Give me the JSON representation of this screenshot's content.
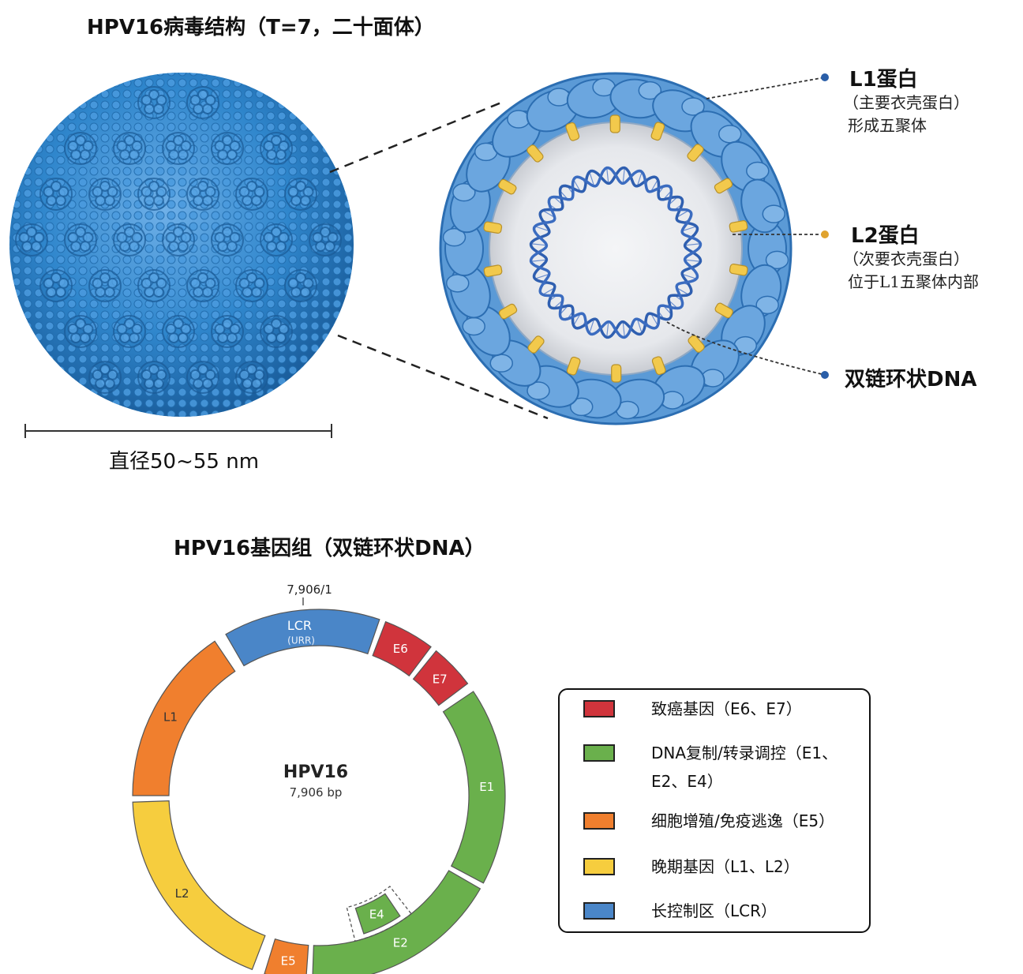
{
  "structure": {
    "title": "HPV16病毒结构（T=7，二十面体）",
    "diameter_label": "直径50~55 nm",
    "labels": {
      "l1_title": "L1蛋白",
      "l1_desc1": "（主要衣壳蛋白）",
      "l1_desc2": "形成五聚体",
      "l2_title": "L2蛋白",
      "l2_desc1": "（次要衣壳蛋白）",
      "l2_desc2": "位于L1五聚体内部",
      "dna_title": "双链环状DNA"
    },
    "colors": {
      "capsid_blue": "#3b7fc4",
      "capsid_light": "#5b9ad6",
      "l2_yellow": "#f2c94c",
      "dna_blue": "#2f5fb0"
    }
  },
  "genome": {
    "title": "HPV16基因组（双链环状DNA）",
    "origin_label": "7,906/1",
    "center_title": "HPV16",
    "center_sub": "7,906 bp",
    "segments": [
      {
        "name": "LCR",
        "sub": "(URR)",
        "color": "#4a86c8"
      },
      {
        "name": "E6",
        "color": "#d0343c"
      },
      {
        "name": "E7",
        "color": "#d0343c"
      },
      {
        "name": "E1",
        "color": "#6ab04c"
      },
      {
        "name": "E2",
        "color": "#6ab04c"
      },
      {
        "name": "E4",
        "color": "#6ab04c"
      },
      {
        "name": "E5",
        "color": "#f07f2e"
      },
      {
        "name": "L2",
        "color": "#f6cd3e"
      },
      {
        "name": "L1",
        "color": "#f07f2e"
      }
    ]
  },
  "legend": {
    "items": [
      {
        "text": "致癌基因（E6、E7）",
        "color": "#d0343c"
      },
      {
        "text": "DNA复制/转录调控（E1、E2、E4）",
        "color": "#6ab04c"
      },
      {
        "text": "细胞增殖/免疫逃逸（E5）",
        "color": "#f07f2e"
      },
      {
        "text": "晚期基因（L1、L2）",
        "color": "#f6cd3e"
      },
      {
        "text": "长控制区（LCR）",
        "color": "#4a86c8"
      }
    ]
  }
}
